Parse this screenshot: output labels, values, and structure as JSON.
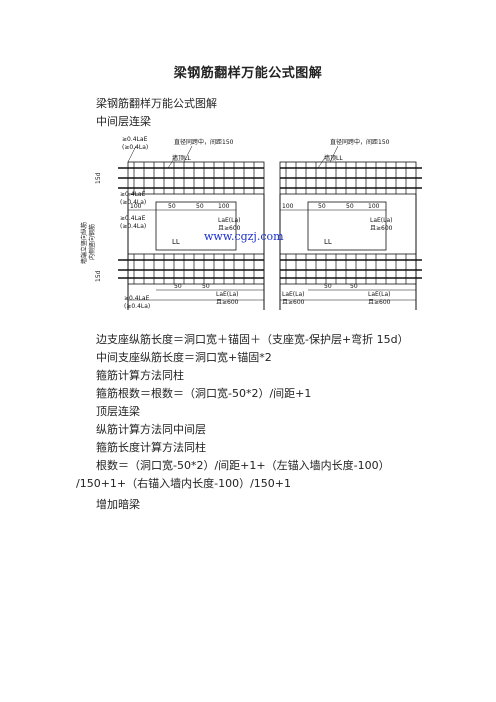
{
  "document": {
    "title": "梁钢筋翻样万能公式图解",
    "lines": [
      "梁钢筋翻样万能公式图解",
      "中间层连梁",
      "边支座纵筋长度＝洞口宽＋锚固＋（支座宽-保护层+弯折 15d）",
      "中间支座纵筋长度＝洞口宽+锚固*2",
      "箍筋计算方法同柱",
      "箍筋根数＝根数＝（洞口宽-50*2）/间距+1",
      "顶层连梁",
      "纵筋计算方法同中间层",
      "箍筋长度计算方法同柱"
    ],
    "para_line1": "根数＝（洞口宽-50*2）/间距+1+（左锚入墙内长度-100）",
    "para_line2": "/150+1+（右锚入墙内长度-100）/150+1",
    "last_line": "增加暗梁"
  },
  "figure": {
    "left_labels": {
      "top_note1": "≥0.4LaE",
      "top_note2": "(≥0.4La)",
      "dia_note": "直径同跨中，间距150",
      "wall_beam": "墙顶LL",
      "d15": "15d",
      "mid_note1": "≥0.4LaE",
      "mid_note2": "(≥0.4La)",
      "side_text": "墙端立竖向纵筋",
      "side_text2": "内侧竖向钢筋",
      "dim100": "100",
      "dim50a": "50",
      "dim50b": "50",
      "dim100b": "100",
      "lae1": "LaE(La)",
      "lae1b": "且≥600",
      "ll": "LL",
      "d15b": "15d",
      "dim50c": "50",
      "dim50d": "50",
      "lae2": "LaE(La)",
      "lae2b": "且≥600",
      "bot_note1": "≥0.4LaE",
      "bot_note2": "(≥0.4La)"
    },
    "right_labels": {
      "dia_note": "直径同跨中，间距150",
      "wall_beam": "墙顶LL",
      "dim100": "100",
      "dim50a": "50",
      "dim50b": "50",
      "dim100b": "100",
      "lae1": "LaE(La)",
      "lae1b": "且≥600",
      "ll": "LL",
      "dim50c": "50",
      "dim50d": "50",
      "lae2": "LaE(La)",
      "lae2b": "且≥600",
      "lae3": "LaE(La)",
      "lae3b": "且≥600"
    },
    "watermark": "www.cgzj.com"
  }
}
